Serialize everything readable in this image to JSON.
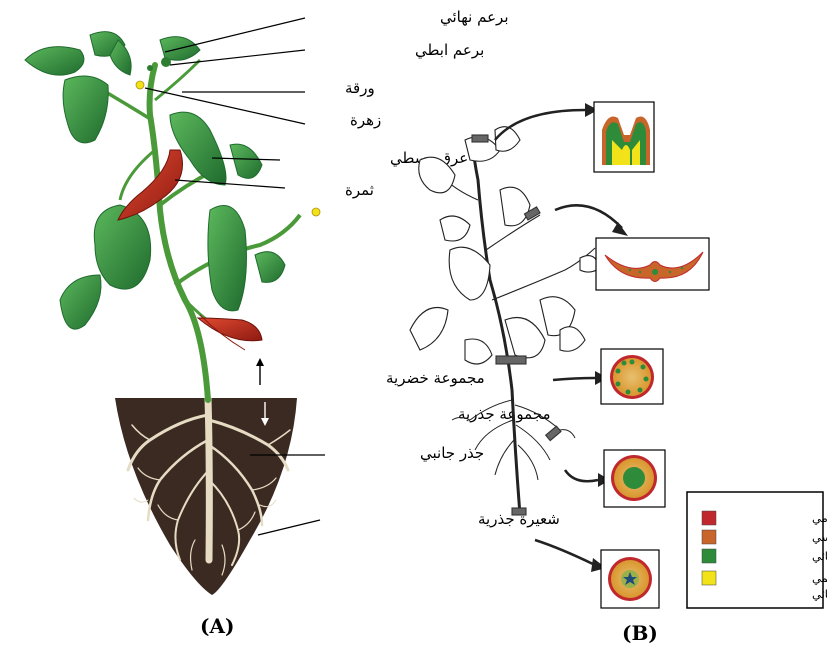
{
  "panels": {
    "a": "(A)",
    "b": "(B)"
  },
  "labels": {
    "terminal_bud": "برعم نهائي",
    "axillary_bud": "برعم ابطي",
    "leaf": "ورقة",
    "flower": "زهرة",
    "midrib": "عرق وسطي",
    "fruit": "ثمرة",
    "shoot_system": "مجموعة خضرية",
    "root_system": "مجموعة جذرية",
    "lateral_root": "جذر جانبي",
    "root_hair": "شعيرة جذرية"
  },
  "legend": [
    {
      "label": "نسيج ادمي",
      "color": "#c0282d"
    },
    {
      "label": "نسيج اساسي",
      "color": "#c8652a"
    },
    {
      "label": "نسيج وعائي",
      "color": "#2e8b3a"
    },
    {
      "label": "نسيج مرستيمي",
      "label2": "او انشائي",
      "color": "#f2e21a"
    }
  ],
  "colors": {
    "leaf": "#3a9b4a",
    "leaf_dark": "#1f6b2e",
    "stem": "#4a9a3a",
    "fruit": "#c62a1f",
    "soil": "#3b2a22",
    "root": "#e6dcc4",
    "epidermis": "#c0282d",
    "ground": "#c8652a",
    "vascular": "#2e8b3a",
    "meristem": "#f2e21a"
  }
}
